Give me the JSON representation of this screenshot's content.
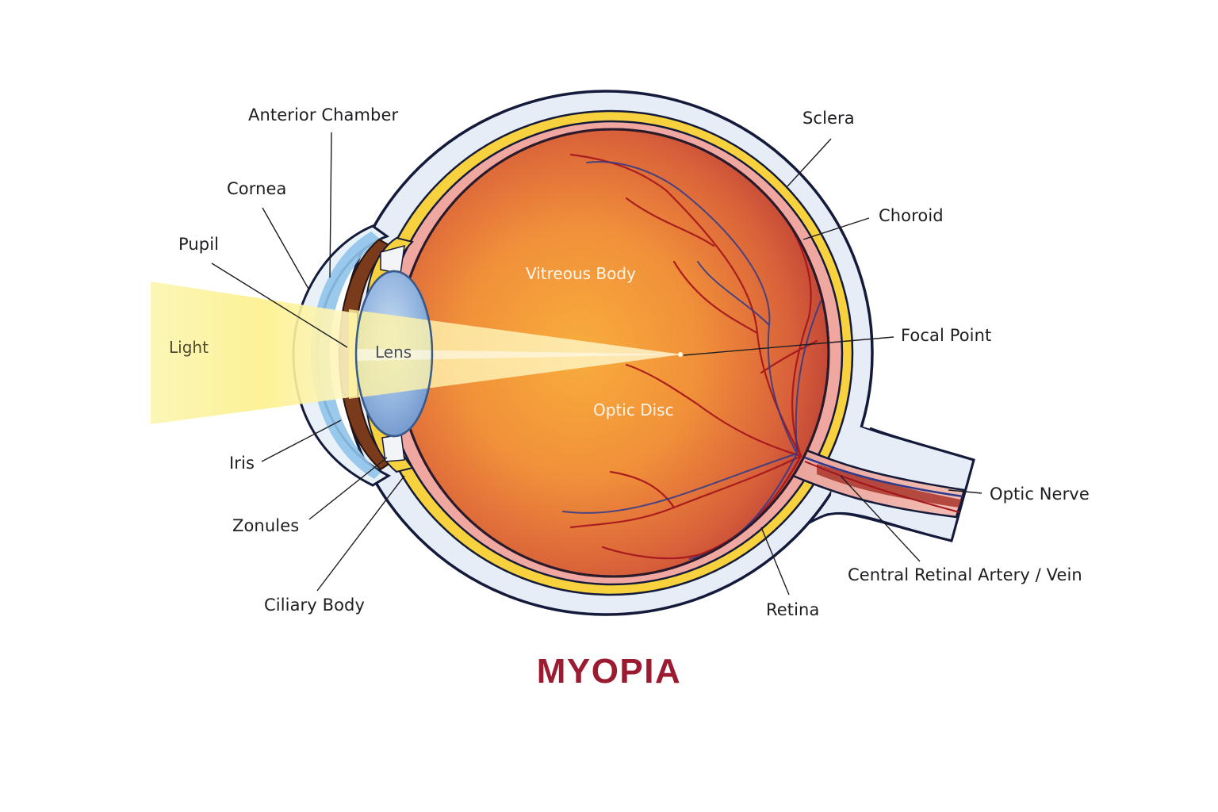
{
  "title": {
    "text": "MYOPIA",
    "color": "#9b1b30"
  },
  "colors": {
    "sclera": "#e6edf6",
    "sclera_outline": "#141a3a",
    "choroid_yellow": "#f7d23e",
    "retina_pink": "#efa7a0",
    "vitreous_center": "#f6a33a",
    "vitreous_edge": "#c2453a",
    "cornea": "#8fc3ea",
    "iris": "#7a3a1c",
    "lens": "#86acdc",
    "light_beam": "#fbf2a0",
    "artery": "#a3141c",
    "vein": "#2e3a8c",
    "leader_line": "#1d1d22"
  },
  "labels": {
    "anterior_chamber": "Anterior Chamber",
    "cornea": "Cornea",
    "pupil": "Pupil",
    "light": "Light",
    "lens": "Lens",
    "iris": "Iris",
    "zonules": "Zonules",
    "ciliary_body": "Ciliary Body",
    "sclera": "Sclera",
    "choroid": "Choroid",
    "vitreous_body": "Vitreous Body",
    "focal_point": "Focal Point",
    "optic_disc": "Optic Disc",
    "optic_nerve": "Optic Nerve",
    "central_retinal": "Central Retinal Artery / Vein",
    "retina": "Retina"
  }
}
